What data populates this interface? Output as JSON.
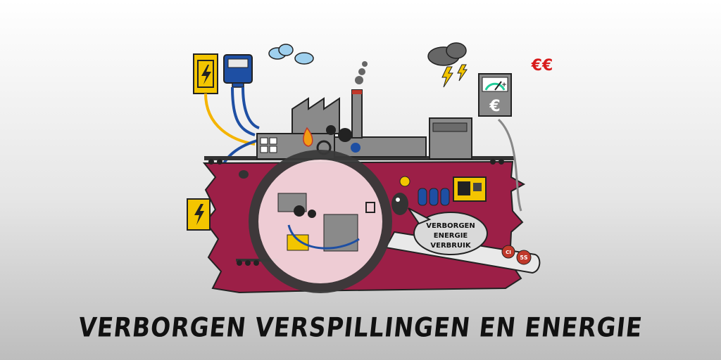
{
  "title": "VERBORGEN VERSPILLINGEN EN ENERGIE",
  "bubble": {
    "line1": "VERBORGEN",
    "line2": "ENERGIE",
    "line3": "VERBRUIK"
  },
  "currency": {
    "meter_symbol": "€",
    "cost_label": "€€",
    "meter_plus": "+"
  },
  "logos": {
    "left": "CI",
    "right": "5S"
  },
  "icons": [
    "lightning-icon",
    "electricity-meter-icon",
    "cloud-icon",
    "storm-cloud-icon",
    "factory-icon",
    "chimney-icon",
    "gear-icon",
    "flame-icon",
    "gas-cylinder-icon",
    "generator-icon",
    "magnifying-glass-icon",
    "mole-icon",
    "lightbulb-icon",
    "trash-icon",
    "euro-meter-icon"
  ],
  "colors": {
    "ground": "#9c1f47",
    "factory": "#8a8a8a",
    "pipe_blue": "#1e4fa3",
    "pipe_yellow": "#f4b400",
    "box_yellow": "#f3c500"
  }
}
